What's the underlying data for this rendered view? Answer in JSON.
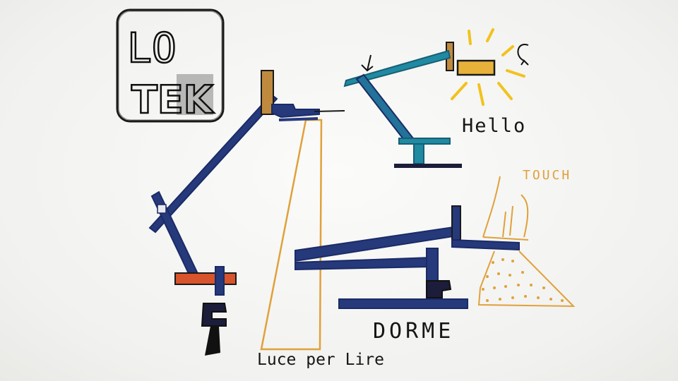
{
  "logo": {
    "line1": "LO",
    "line2": "TEK"
  },
  "labels": {
    "hello": "Hello",
    "touch": "TOUCH",
    "dorme": "DORME",
    "luce": "Luce per Lire"
  },
  "colors": {
    "paper": "#f3f3f1",
    "ink": "#161616",
    "lamp_blue": "#26397a",
    "lamp_teal": "#1f8aa1",
    "light_yellow": "#f2c21e",
    "beam_orange": "#e0a13a",
    "hinge_red": "#d8542c",
    "hinge_tan": "#c08a3e"
  }
}
